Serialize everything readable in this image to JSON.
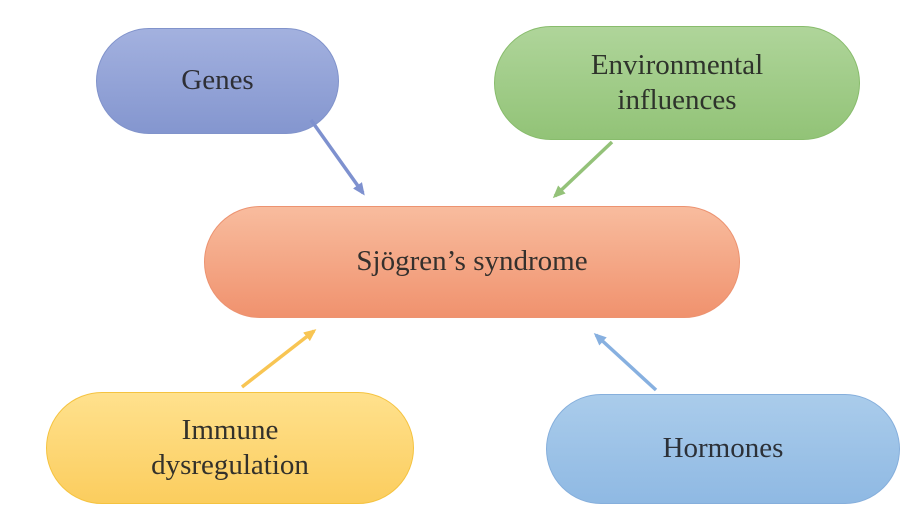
{
  "background": "#FFFFFF",
  "nodes": {
    "genes": {
      "label": "Genes",
      "fill_top": "#A3B1DF",
      "fill_bottom": "#8496CF",
      "border": "#8193CB",
      "text_color": "#2E2F36"
    },
    "environmental": {
      "label": "Environmental influences",
      "fill_top": "#AFD59A",
      "fill_bottom": "#92C377",
      "border": "#88BC6C",
      "text_color": "#2E332B"
    },
    "center": {
      "label": "Sjögren’s syndrome",
      "fill_top": "#F8BC9E",
      "fill_bottom": "#F0926E",
      "border": "#EC9371",
      "text_color": "#34302D"
    },
    "immune": {
      "label": "Immune dysregulation",
      "fill_top": "#FFE18D",
      "fill_bottom": "#FBCD5E",
      "border": "#F5C340",
      "text_color": "#33312B"
    },
    "hormones": {
      "label": "Hormones",
      "fill_top": "#AACCEB",
      "fill_bottom": "#8FB9E3",
      "border": "#86AFDC",
      "text_color": "#2C3138"
    }
  },
  "arrows": {
    "genes_to_center": {
      "from": "Genes",
      "to": "Sjögren’s syndrome",
      "color": "#7E91CF"
    },
    "environmental_to_center": {
      "from": "Environmental influences",
      "to": "Sjögren’s syndrome",
      "color": "#94C279"
    },
    "immune_to_center": {
      "from": "Immune dysregulation",
      "to": "Sjögren’s syndrome",
      "color": "#F8C553"
    },
    "hormones_to_center": {
      "from": "Hormones",
      "to": "Sjögren’s syndrome",
      "color": "#87B0E0"
    }
  }
}
